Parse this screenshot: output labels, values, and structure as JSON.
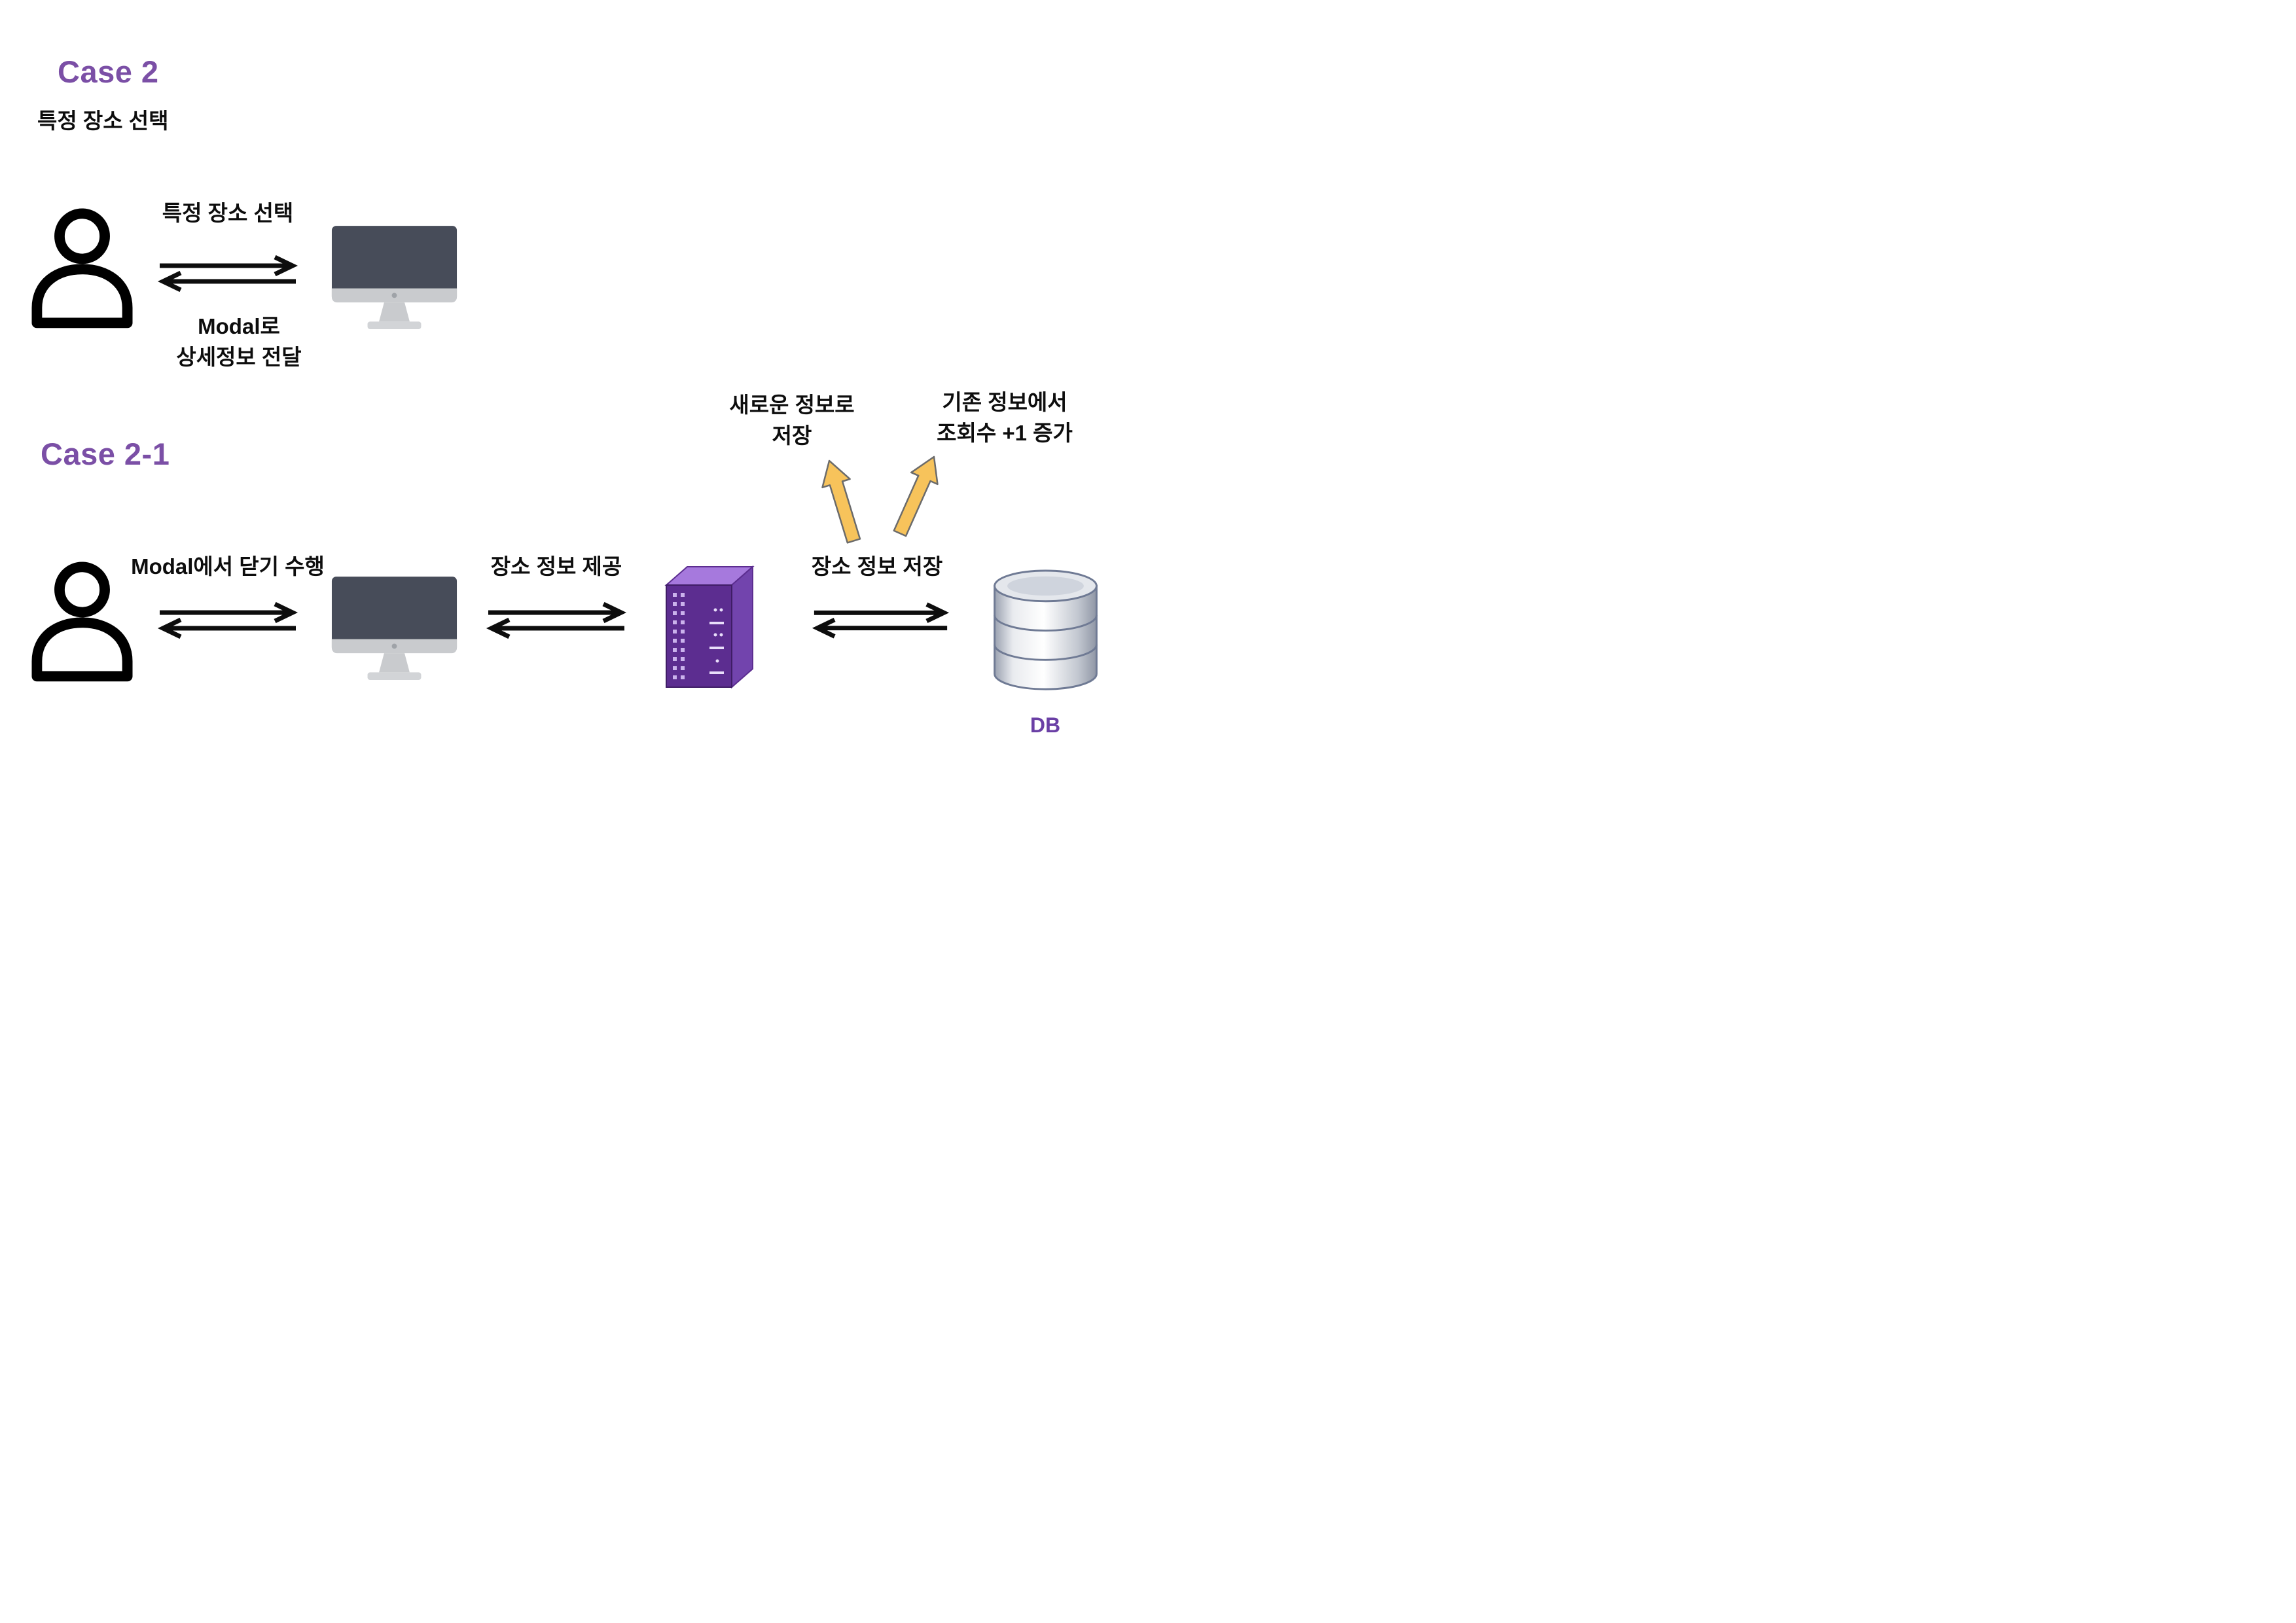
{
  "case2": {
    "title": "Case 2",
    "subtitle": "특정 장소 선택",
    "arrow_top_label": "특정 장소 선택",
    "arrow_bottom_label_line1": "Modal로",
    "arrow_bottom_label_line2": "상세정보 전달"
  },
  "case2_1": {
    "title": "Case 2-1",
    "user_client_label": "Modal에서 닫기 수행",
    "client_server_label": "장소 정보 제공",
    "server_db_label": "장소 정보 저장",
    "branch_left_label_line1": "새로운 정보로",
    "branch_left_label_line2": "저장",
    "branch_right_label_line1": "기존 정보에서",
    "branch_right_label_line2": "조회수 +1 증가",
    "db_caption": "DB"
  },
  "icons": {
    "user": "person-outline",
    "client": "desktop-monitor",
    "server": "server-tower",
    "database": "db-cylinder"
  },
  "colors": {
    "heading": "#7b4fa6",
    "db_caption": "#6a3fa5",
    "branch_arrow": "#f7c35b",
    "server": "#5c2d90",
    "monitor_screen": "#474c59"
  }
}
